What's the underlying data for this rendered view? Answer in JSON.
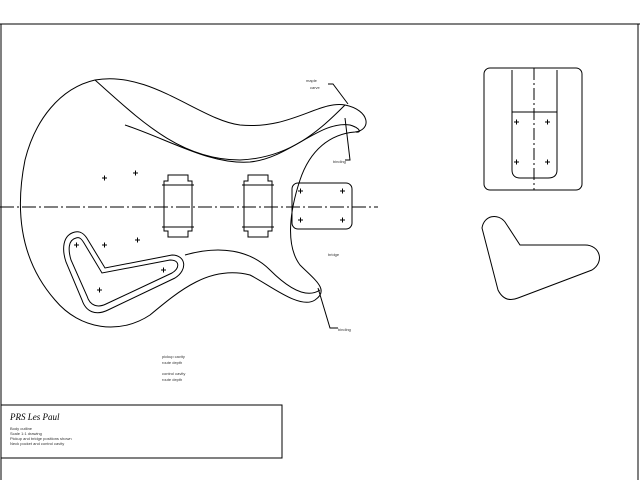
{
  "title_block": {
    "title": "PRS Les Paul",
    "notes": [
      "Body outline",
      "Scale 1:1 drawing",
      "Pickup and bridge positions shown",
      "Neck pocket and control cavity"
    ]
  },
  "annotations": {
    "top_horn": [
      "maple",
      "carve"
    ],
    "horn_edge": "binding",
    "lower_horn": "binding",
    "bridge_note": "bridge",
    "center_notes": [
      "pickup cavity",
      "route depth",
      "control cavity",
      "route depth"
    ]
  }
}
